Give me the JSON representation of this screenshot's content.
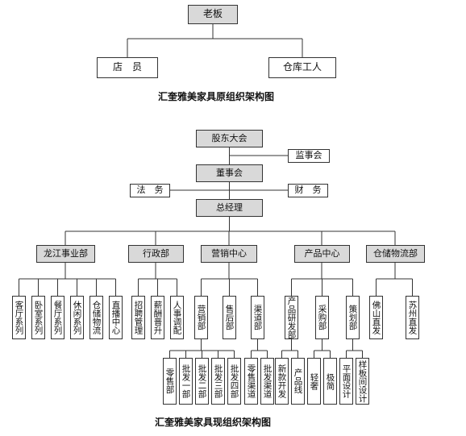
{
  "old": {
    "boss": "老板",
    "clerk": "店　员",
    "warehouse_worker": "仓库工人",
    "caption": "汇奎雅美家具原组织架构图"
  },
  "new": {
    "shareholders": "股东大会",
    "supervisors": "监事会",
    "board": "董事会",
    "legal": "法　务",
    "finance": "财　务",
    "gm": "总经理",
    "divisions": [
      {
        "label": "龙江事业部",
        "children": [
          "客厅系列",
          "卧室系列",
          "餐厅系列",
          "休闲系列",
          "仓储物流",
          "直播中心"
        ]
      },
      {
        "label": "行政部",
        "children": [
          "招聘管理",
          "薪酬晋升",
          "人事调配"
        ]
      },
      {
        "label": "营销中心",
        "children": [
          "营销部",
          "售后部",
          "渠道部"
        ]
      },
      {
        "label": "产品中心",
        "children": [
          "产品研发部",
          "采购部",
          "策划部"
        ]
      },
      {
        "label": "仓储物流部",
        "children": [
          "佛山直发",
          "苏州直发"
        ]
      }
    ],
    "marketing_sub": [
      "零售部",
      "批发一部",
      "批发二部",
      "批发三部",
      "批发四部"
    ],
    "channel_sub": [
      "零售渠道",
      "批发渠道"
    ],
    "rnd_sub": [
      "新款开发",
      "产品线"
    ],
    "purchase_sub": [
      "轻奢",
      "极简"
    ],
    "planning_sub": [
      "平面设计",
      "样板间设计"
    ],
    "caption": "汇奎雅美家具现组织架构图"
  }
}
